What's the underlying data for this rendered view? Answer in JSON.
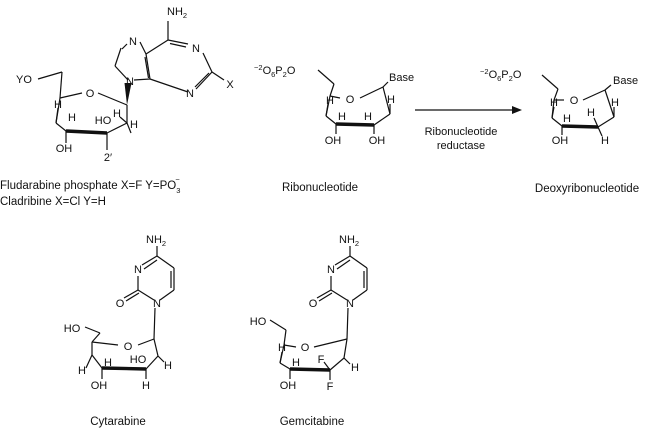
{
  "atoms": {
    "O": "O",
    "N": "N",
    "H": "H",
    "F": "F",
    "X": "X",
    "YO": "YO",
    "HO": "HO",
    "OH": "OH",
    "NH2": "NH",
    "sub2": "2",
    "sub3": "3",
    "sub6": "6",
    "minus": "−",
    "base": "Base",
    "two_prime": "2′",
    "phos_charge": "−2",
    "phos_O": "O",
    "phos_P": "P",
    "phos_O2": "O",
    "po_charge": "−"
  },
  "captions": {
    "fludarabine": "Fludarabine phosphate X=F Y=PO",
    "cladribine": "Cladribine  X=Cl   Y=H",
    "ribonucleotide": "Ribonucleotide",
    "deoxyribonucleotide": "Deoxyribonucleotide",
    "cytarabine": "Cytarabine",
    "gemcitabine": "Gemcitabine"
  },
  "reaction": {
    "line1": "Ribonucleotide",
    "line2": "reductase"
  }
}
